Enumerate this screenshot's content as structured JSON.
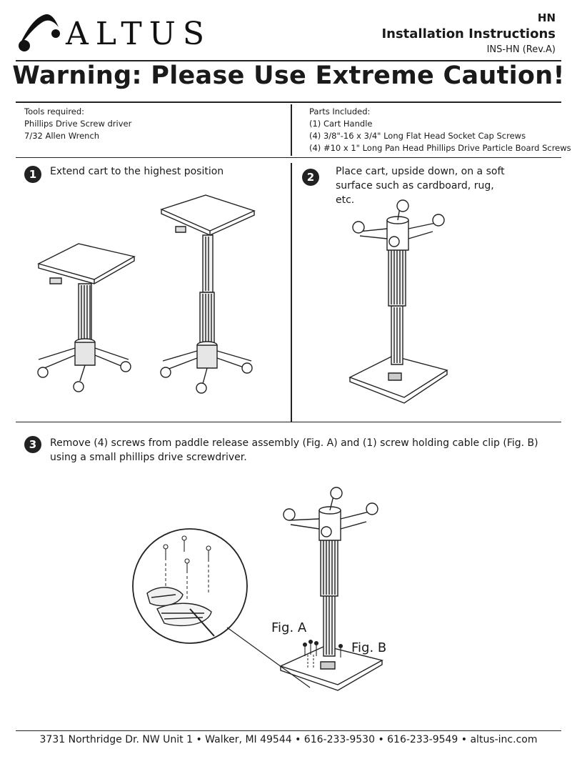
{
  "brand": {
    "name": "ALTUS",
    "logo_icon": "altus-swoosh-logo"
  },
  "header": {
    "model": "HN",
    "doc_title": "Installation Instructions",
    "doc_code": "INS-HN (Rev.A)"
  },
  "warning_title": "Warning: Please Use Extreme Caution!",
  "tools": {
    "heading": "Tools required:",
    "items": [
      "Phillips Drive Screw driver",
      "7/32 Allen Wrench"
    ]
  },
  "parts": {
    "heading": "Parts Included:",
    "items": [
      "(1) Cart Handle",
      "(4) 3/8\"-16 x 3/4\" Long Flat Head Socket Cap Screws",
      "(4) #10 x 1\" Long Pan Head Phillips Drive Particle Board Screws"
    ]
  },
  "steps": [
    {
      "number": "1",
      "text": "Extend cart to the highest position"
    },
    {
      "number": "2",
      "text": "Place cart, upside down, on a soft surface such as cardboard, rug, etc."
    },
    {
      "number": "3",
      "text": "Remove (4) screws from paddle release assembly (Fig. A) and (1) screw holding cable clip (Fig. B) using a small phillips drive screwdriver."
    }
  ],
  "figures": {
    "a": "Fig. A",
    "b": "Fig. B"
  },
  "footer": "3731 Northridge Dr. NW  Unit 1 • Walker, MI 49544 • 616-233-9530 • 616-233-9549 • altus-inc.com"
}
